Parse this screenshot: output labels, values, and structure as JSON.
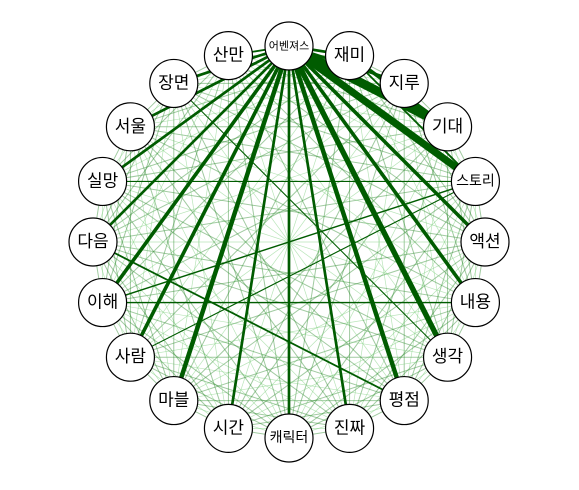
{
  "graph": {
    "center_label": "",
    "colors": {
      "edge_dark": "#005c00",
      "edge_mid": "#2e8b2e",
      "edge_light": "#7fcf7f",
      "node_fill": "#ffffff",
      "node_stroke": "#000000"
    },
    "nodes": [
      "어벤져스",
      "재미",
      "지루",
      "기대",
      "스토리",
      "액션",
      "내용",
      "생각",
      "평점",
      "진짜",
      "캐릭터",
      "시간",
      "마블",
      "사람",
      "이해",
      "다음",
      "실망",
      "서울",
      "장면",
      "산만"
    ],
    "edges": [
      {
        "from": "어벤져스",
        "to": "기대",
        "weight": 10
      },
      {
        "from": "어벤져스",
        "to": "스토리",
        "weight": 8
      },
      {
        "from": "어벤져스",
        "to": "생각",
        "weight": 6
      },
      {
        "from": "어벤져스",
        "to": "평점",
        "weight": 5
      },
      {
        "from": "어벤져스",
        "to": "마블",
        "weight": 5
      },
      {
        "from": "어벤져스",
        "to": "사람",
        "weight": 4
      },
      {
        "from": "어벤져스",
        "to": "이해",
        "weight": 4
      },
      {
        "from": "어벤져스",
        "to": "내용",
        "weight": 4
      },
      {
        "from": "어벤져스",
        "to": "액션",
        "weight": 4
      },
      {
        "from": "어벤져스",
        "to": "시간",
        "weight": 3
      },
      {
        "from": "어벤져스",
        "to": "캐릭터",
        "weight": 3
      },
      {
        "from": "어벤져스",
        "to": "진짜",
        "weight": 3
      },
      {
        "from": "어벤져스",
        "to": "재미",
        "weight": 3
      },
      {
        "from": "어벤져스",
        "to": "지루",
        "weight": 3
      },
      {
        "from": "어벤져스",
        "to": "다음",
        "weight": 3
      },
      {
        "from": "어벤져스",
        "to": "실망",
        "weight": 3
      },
      {
        "from": "어벤져스",
        "to": "서울",
        "weight": 3
      },
      {
        "from": "어벤져스",
        "to": "장면",
        "weight": 3
      },
      {
        "from": "어벤져스",
        "to": "산만",
        "weight": 2
      },
      {
        "from": "재미",
        "to": "기대",
        "weight": 4
      },
      {
        "from": "재미",
        "to": "스토리",
        "weight": 2
      },
      {
        "from": "다음",
        "to": "평점",
        "weight": 2
      },
      {
        "from": "이해",
        "to": "스토리",
        "weight": 1.6
      },
      {
        "from": "이해",
        "to": "내용",
        "weight": 1.4
      },
      {
        "from": "실망",
        "to": "스토리",
        "weight": 1.2
      },
      {
        "from": "사람",
        "to": "스토리",
        "weight": 1.2
      },
      {
        "from": "장면",
        "to": "생각",
        "weight": 1
      }
    ]
  }
}
